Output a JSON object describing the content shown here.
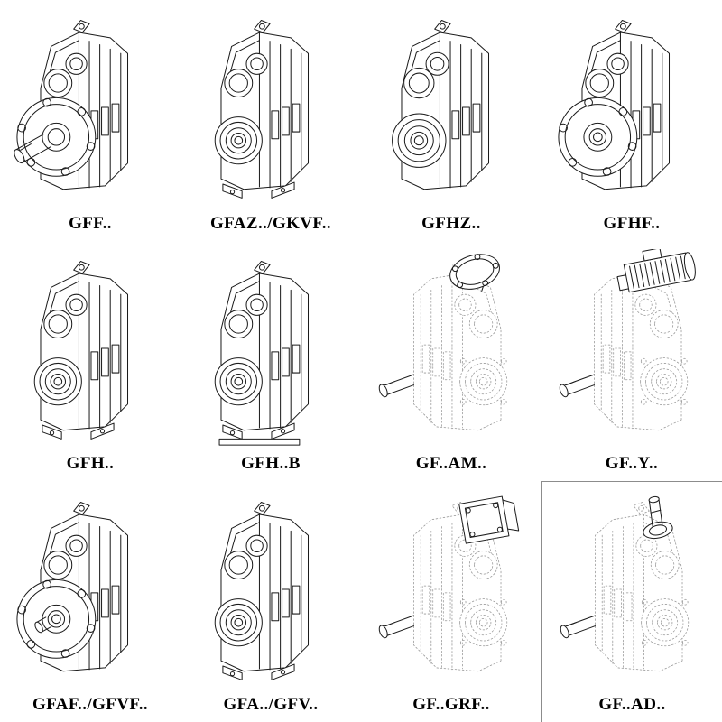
{
  "page": {
    "background": "#ffffff",
    "description": "Catalog sheet of parallel shaft helical gear unit technical drawings",
    "line_color_solid": "#1b1b1b",
    "line_color_dashed": "#979797"
  },
  "items": [
    {
      "label": "GFF..",
      "variant": "flange-shaft",
      "icon": "gearbox-flange-shaft-icon",
      "line_style": "solid"
    },
    {
      "label": "GFAZ../GKVF..",
      "variant": "hollow",
      "icon": "gearbox-hollow-shaft-icon",
      "line_style": "solid"
    },
    {
      "label": "GFHZ..",
      "variant": "hollow-large",
      "icon": "gearbox-hollow-shaft-icon",
      "line_style": "solid"
    },
    {
      "label": "GFHF..",
      "variant": "flange-hollow",
      "icon": "gearbox-flange-hollow-icon",
      "line_style": "solid"
    },
    {
      "label": "GFH..",
      "variant": "foot-hollow",
      "icon": "gearbox-foot-mounted-icon",
      "line_style": "solid"
    },
    {
      "label": "GFH..B",
      "variant": "foot-hollow-b",
      "icon": "gearbox-foot-mounted-base-icon",
      "line_style": "solid"
    },
    {
      "label": "GF..AM..",
      "variant": "am-flange-top",
      "icon": "gearbox-motor-adapter-flange-icon",
      "line_style": "dashed"
    },
    {
      "label": "GF..Y..",
      "variant": "motor-top",
      "icon": "gearmotor-with-motor-icon",
      "line_style": "dashed"
    },
    {
      "label": "GFAF../GFVF..",
      "variant": "flange-stub",
      "icon": "gearbox-flange-shaft-icon",
      "line_style": "solid"
    },
    {
      "label": "GFA../GFV..",
      "variant": "foot-hollow",
      "icon": "gearbox-foot-mounted-icon",
      "line_style": "solid"
    },
    {
      "label": "GF..GRF..",
      "variant": "adapter-top",
      "icon": "gearbox-input-adapter-icon",
      "line_style": "dashed"
    },
    {
      "label": "GF..AD..",
      "variant": "shaft-top",
      "icon": "gearbox-input-shaft-icon",
      "line_style": "dashed"
    }
  ]
}
